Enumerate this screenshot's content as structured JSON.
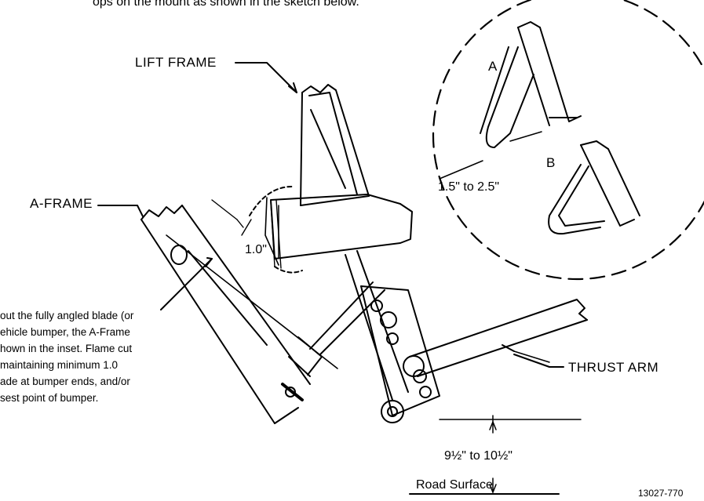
{
  "header_fragment": "ops on the mount as shown in the sketch below.",
  "labels": {
    "lift_frame": "LIFT FRAME",
    "a_frame": "A-FRAME",
    "thrust_arm": "THRUST ARM",
    "inset_a": "A",
    "inset_b": "B"
  },
  "dimensions": {
    "blade_clearance": "1.0\"",
    "inset_gap": "1.5\" to 2.5\"",
    "height_range": "9½\" to 10½\"",
    "road_surface": "Road Surface"
  },
  "note_lines": [
    "out the fully angled blade (or",
    "ehicle bumper, the A-Frame",
    "hown in the inset. Flame cut",
    "maintaining minimum 1.0",
    "ade at bumper ends, and/or",
    "sest point of bumper."
  ],
  "figure_id": "13027-770"
}
